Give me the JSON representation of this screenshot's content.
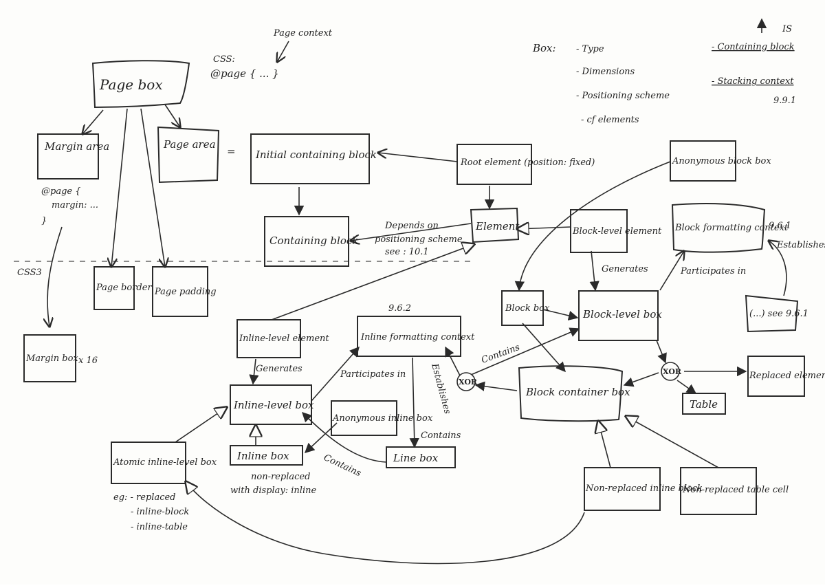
{
  "nodes": {
    "page_box": "Page box",
    "margin_area": "Margin area",
    "page_area": "Page area",
    "initial_containing_block": "Initial containing block",
    "root_element": "Root element (position: fixed)",
    "containing_block": "Containing block",
    "element": "Element",
    "block_level_element": "Block-level element",
    "anonymous_block_box": "Anonymous block box",
    "block_formatting_context": "Block formatting context",
    "page_border": "Page border",
    "page_padding": "Page padding",
    "margin_box": "Margin box",
    "inline_level_element": "Inline-level element",
    "inline_formatting_context": "Inline formatting context",
    "block_box": "Block box",
    "block_level_box": "Block-level box",
    "see_961": "(...) see 9.6.1",
    "inline_level_box": "Inline-level box",
    "anonymous_inline_box": "Anonymous inline box",
    "inline_box": "Inline box",
    "line_box": "Line box",
    "block_container_box": "Block container box",
    "table": "Table",
    "replaced_element": "Replaced element",
    "atomic_inline_level_box": "Atomic inline-level box",
    "non_replaced_inline_block": "Non-replaced inline block",
    "non_replaced_table_cell": "Non-replaced table cell"
  },
  "annotations": {
    "page_context": "Page context",
    "css_label": "CSS:",
    "css_page_rule": "@page { ... }",
    "page_margin_rule_1": "@page {",
    "page_margin_rule_2": "margin: ...",
    "page_margin_rule_3": "}",
    "css3": "CSS3",
    "x16": "x 16",
    "equals": "=",
    "depends_on_1": "Depends on",
    "depends_on_2": "positioning scheme",
    "depends_on_3": "see : 10.1",
    "generates_1": "Generates",
    "generates_2": "Generates",
    "participates_in_1": "Participates in",
    "participates_in_2": "Participates in",
    "establishes_1": "Establishes",
    "establishes_2": "Establishes",
    "contains_1": "Contains",
    "contains_2": "Contains",
    "contains_3": "Contains",
    "ref_962": "9.6.2",
    "ref_961": "9.6.1",
    "ref_991": "9.9.1",
    "non_replaced_note_1": "non-replaced",
    "non_replaced_note_2": "with display: inline",
    "eg_label": "eg: - replaced",
    "eg_inline_block": "- inline-block",
    "eg_inline_table": "- inline-table",
    "xor_1": "XOR",
    "xor_2": "XOR"
  },
  "legend": {
    "title": "Box:",
    "items": [
      "- Type",
      "- Dimensions",
      "- Positioning scheme",
      "- cf elements"
    ],
    "right_items": [
      "- Containing block",
      "- Stacking context"
    ],
    "is_label": "IS"
  }
}
